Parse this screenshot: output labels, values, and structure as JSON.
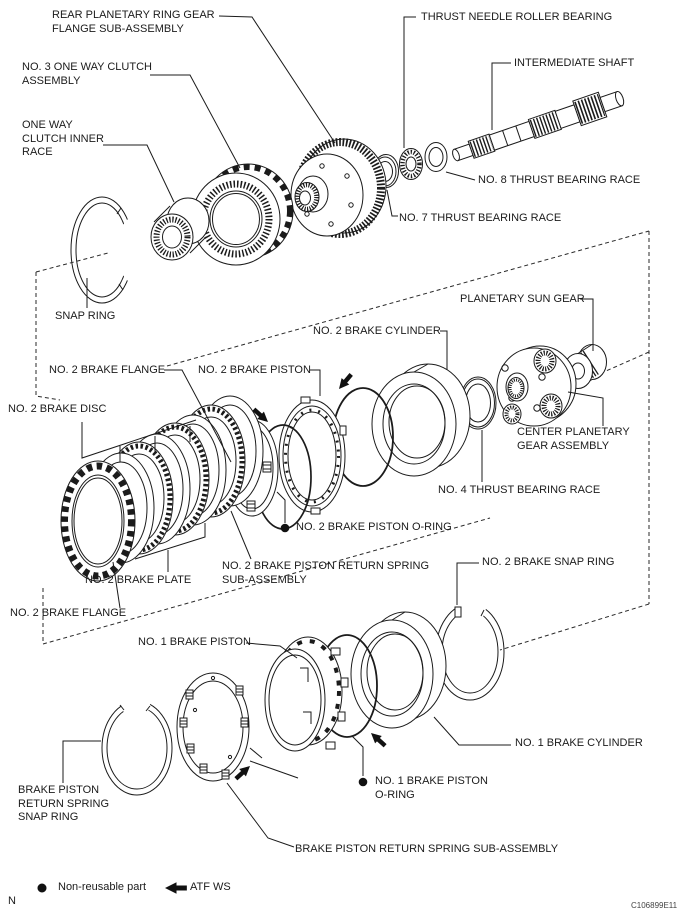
{
  "diagram": {
    "title_context": "Automatic transmission brake and planetary gear exploded view",
    "figure_code": "C106899E11",
    "footnote": "N",
    "legend": {
      "non_reusable_label": "Non-reusable part",
      "atf_label": "ATF WS"
    },
    "labels": {
      "rear_planetary_ring_gear": "REAR PLANETARY RING GEAR\nFLANGE SUB-ASSEMBLY",
      "thrust_needle_roller_bearing": "THRUST NEEDLE ROLLER BEARING",
      "no3_one_way_clutch": "NO. 3 ONE WAY CLUTCH\nASSEMBLY",
      "intermediate_shaft": "INTERMEDIATE SHAFT",
      "one_way_clutch_inner_race": "ONE WAY\nCLUTCH INNER\nRACE",
      "no8_thrust_bearing_race": "NO. 8 THRUST BEARING RACE",
      "no7_thrust_bearing_race": "NO. 7 THRUST BEARING RACE",
      "snap_ring": "SNAP RING",
      "planetary_sun_gear": "PLANETARY SUN GEAR",
      "no2_brake_cylinder": "NO. 2 BRAKE CYLINDER",
      "no2_brake_flange_upper": "NO. 2 BRAKE FLANGE",
      "no2_brake_piston": "NO. 2 BRAKE PISTON",
      "no2_brake_disc": "NO. 2 BRAKE DISC",
      "center_planetary_gear": "CENTER PLANETARY\nGEAR ASSEMBLY",
      "no4_thrust_bearing_race": "NO. 4 THRUST BEARING RACE",
      "no2_brake_piston_oring": "NO. 2 BRAKE PISTON O-RING",
      "no2_brake_piston_return_spring": "NO. 2 BRAKE PISTON RETURN SPRING\nSUB-ASSEMBLY",
      "no2_brake_snap_ring": "NO. 2 BRAKE SNAP RING",
      "no2_brake_plate": "NO. 2 BRAKE PLATE",
      "no2_brake_flange_lower": "NO. 2 BRAKE FLANGE",
      "no1_brake_piston": "NO. 1 BRAKE PISTON",
      "no1_brake_cylinder": "NO. 1 BRAKE CYLINDER",
      "no1_brake_piston_oring": "NO. 1 BRAKE PISTON\nO-RING",
      "brake_piston_return_spring_snap_ring": "BRAKE PISTON\nRETURN SPRING\nSNAP RING",
      "brake_piston_return_spring_sub": "BRAKE PISTON RETURN SPRING SUB-ASSEMBLY"
    }
  }
}
